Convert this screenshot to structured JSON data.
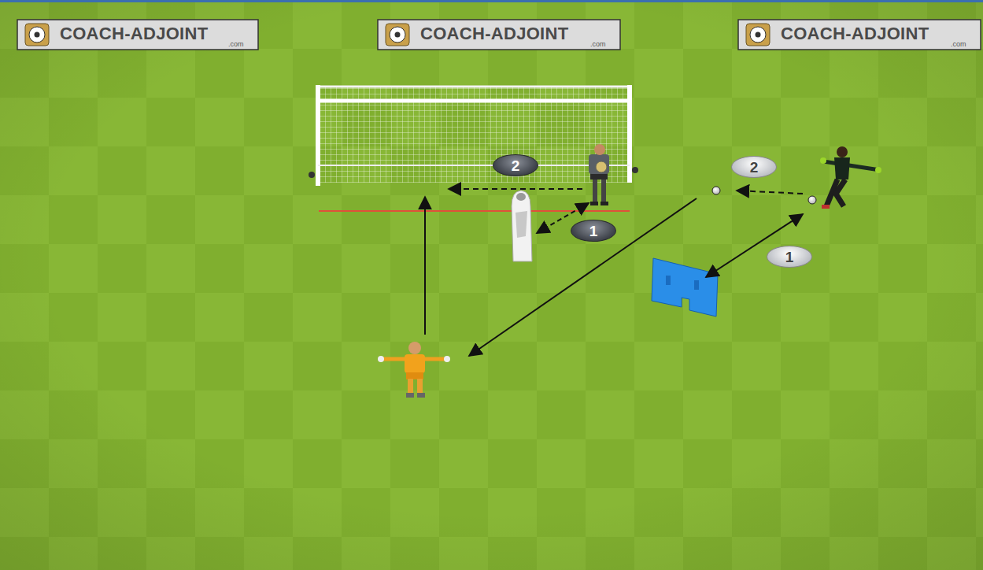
{
  "diagram": {
    "labels": [
      "COACH-ADJOINT",
      ".com",
      "COACH-ADJOINT",
      ".com",
      "COACH-ADJOINT",
      ".com",
      "2",
      "1",
      "2",
      "1"
    ]
  }
}
